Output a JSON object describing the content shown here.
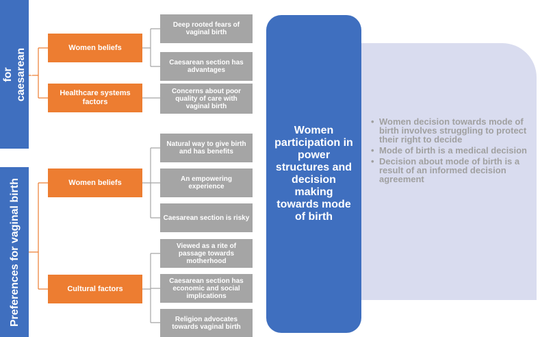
{
  "diagram": {
    "branches": [
      {
        "label": "Preferences for caesarean section",
        "groups": [
          {
            "label": "Women beliefs",
            "items": [
              "Deep rooted fears of vaginal birth",
              "Caesarean section has advantages"
            ]
          },
          {
            "label": "Healthcare systems factors",
            "items": [
              "Concerns about poor quality of care with vaginal birth"
            ]
          }
        ]
      },
      {
        "label": "Preferences for vaginal birth",
        "groups": [
          {
            "label": "Women beliefs",
            "items": [
              "Natural way to give birth and has benefits",
              "An empowering experience",
              "Caesarean section is risky"
            ]
          },
          {
            "label": "Cultural factors",
            "items": [
              "Viewed as a rite of passage towards motherhood",
              "Caesarean section has economic and social implications",
              "Religion advocates towards vaginal birth"
            ]
          }
        ]
      }
    ],
    "central": "Women participation in power structures and decision making towards mode of birth",
    "outcomes": [
      "Women decision towards mode of birth involves struggling to protect their right to decide",
      "Mode of birth is a medical decision",
      "Decision about mode of birth is a result of an informed decision agreement"
    ],
    "colors": {
      "blue": "#3f6fbf",
      "orange": "#ed7d31",
      "grey": "#a5a5a5",
      "lavender": "#d9dcef"
    }
  }
}
